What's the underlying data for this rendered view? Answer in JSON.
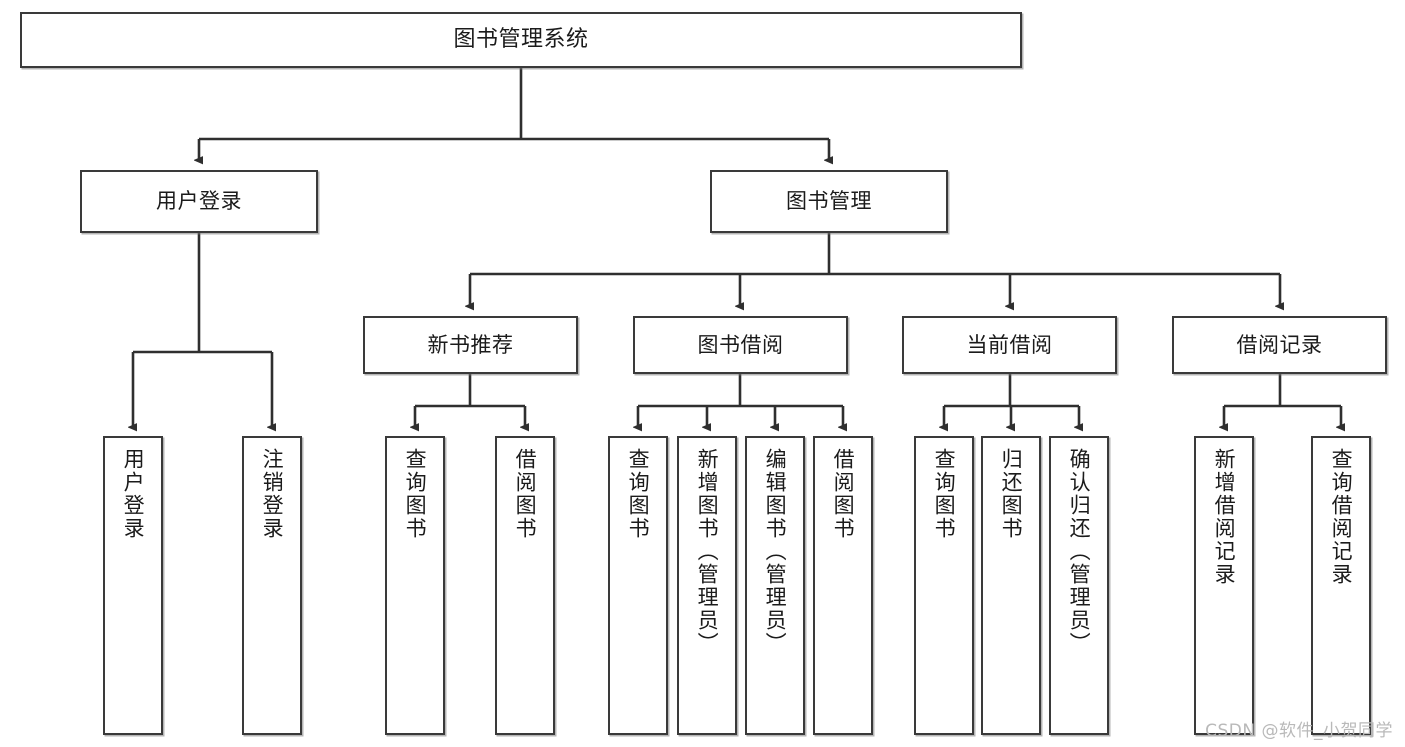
{
  "diagram": {
    "title": "图书管理系统",
    "type": "tree",
    "watermark": "CSDN @软件_小贺同学",
    "colors": {
      "node_border": "#3a3a3a",
      "node_fill": "#ffffff",
      "edge": "#2f2f2f",
      "text": "#1b1b1b",
      "watermark": "#b9b9b9"
    },
    "levels": {
      "root": "图书管理系统",
      "level1": [
        "用户登录",
        "图书管理"
      ],
      "level2": [
        "新书推荐",
        "图书借阅",
        "当前借阅",
        "借阅记录"
      ],
      "level3_groups": [
        {
          "parent": "用户登录",
          "children": [
            "用户登录",
            "注销登录"
          ]
        },
        {
          "parent": "新书推荐",
          "children": [
            "查询图书",
            "借阅图书"
          ]
        },
        {
          "parent": "图书借阅",
          "children": [
            "查询图书",
            "新增图书（管理员）",
            "编辑图书（管理员）",
            "借阅图书"
          ]
        },
        {
          "parent": "当前借阅",
          "children": [
            "查询图书",
            "归还图书",
            "确认归还（管理员）"
          ]
        },
        {
          "parent": "借阅记录",
          "children": [
            "新增借阅记录",
            "查询借阅记录"
          ]
        }
      ]
    },
    "nodes": {
      "root": {
        "label": "图书管理系统"
      },
      "user_login": {
        "label": "用户登录"
      },
      "book_manage": {
        "label": "图书管理"
      },
      "new_book_rec": {
        "label": "新书推荐"
      },
      "book_borrow": {
        "label": "图书借阅"
      },
      "current_borrow": {
        "label": "当前借阅"
      },
      "borrow_record": {
        "label": "借阅记录"
      },
      "leaf_user_login": {
        "label": "用户登录"
      },
      "leaf_logout": {
        "label": "注销登录"
      },
      "leaf_query_book_a": {
        "label": "查询图书"
      },
      "leaf_borrow_book_a": {
        "label": "借阅图书"
      },
      "leaf_query_book_b": {
        "label": "查询图书"
      },
      "leaf_add_book": {
        "label": "新增图书（管理员）"
      },
      "leaf_edit_book": {
        "label": "编辑图书（管理员）"
      },
      "leaf_borrow_book_b": {
        "label": "借阅图书"
      },
      "leaf_query_book_c": {
        "label": "查询图书"
      },
      "leaf_return_book": {
        "label": "归还图书"
      },
      "leaf_confirm_return": {
        "label": "确认归还（管理员）"
      },
      "leaf_add_record": {
        "label": "新增借阅记录"
      },
      "leaf_query_record": {
        "label": "查询借阅记录"
      }
    }
  }
}
